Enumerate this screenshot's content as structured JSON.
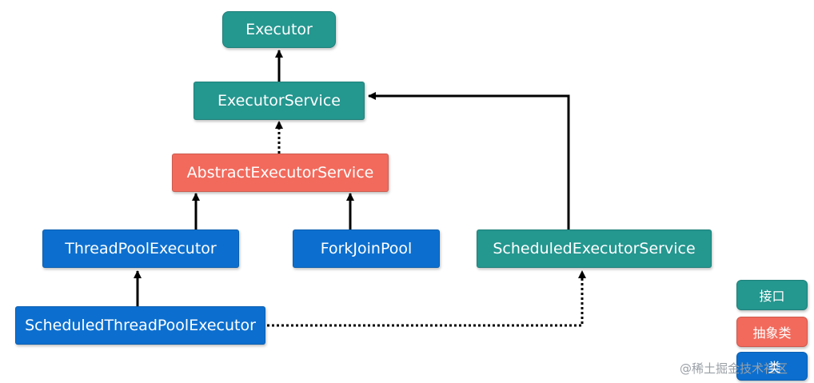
{
  "colors": {
    "interface": "#24978f",
    "abstract_class": "#f26a5c",
    "class": "#0c6fcf",
    "edge": "#000000"
  },
  "nodes": {
    "executor": "Executor",
    "executor_service": "ExecutorService",
    "abstract_executor_service": "AbstractExecutorService",
    "thread_pool_executor": "ThreadPoolExecutor",
    "fork_join_pool": "ForkJoinPool",
    "scheduled_executor_service": "ScheduledExecutorService",
    "scheduled_thread_pool_executor": "ScheduledThreadPoolExecutor"
  },
  "legend": {
    "interface": "接口",
    "abstract_class": "抽象类",
    "class": "类"
  },
  "edges": [
    {
      "from": "ExecutorService",
      "to": "Executor",
      "style": "solid"
    },
    {
      "from": "AbstractExecutorService",
      "to": "ExecutorService",
      "style": "dotted"
    },
    {
      "from": "ThreadPoolExecutor",
      "to": "AbstractExecutorService",
      "style": "solid"
    },
    {
      "from": "ForkJoinPool",
      "to": "AbstractExecutorService",
      "style": "solid"
    },
    {
      "from": "ScheduledExecutorService",
      "to": "ExecutorService",
      "style": "solid"
    },
    {
      "from": "ScheduledThreadPoolExecutor",
      "to": "ThreadPoolExecutor",
      "style": "solid"
    },
    {
      "from": "ScheduledThreadPoolExecutor",
      "to": "ScheduledExecutorService",
      "style": "dotted"
    }
  ],
  "watermark": "@稀土掘金技术社区"
}
